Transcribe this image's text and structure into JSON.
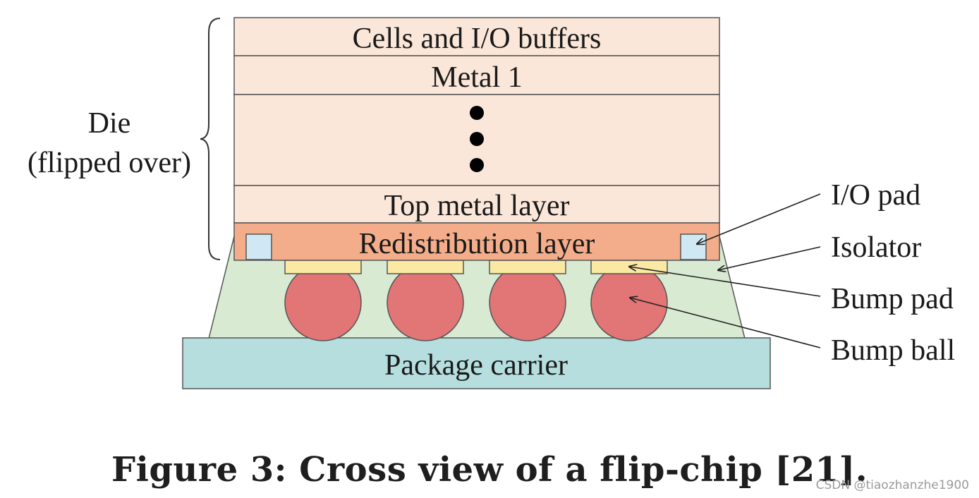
{
  "die_label": {
    "line1": "Die",
    "line2": "(flipped over)"
  },
  "layers": {
    "cells": "Cells and I/O buffers",
    "metal1": "Metal 1",
    "top_metal": "Top metal layer",
    "redistribution": "Redistribution layer",
    "package": "Package carrier"
  },
  "callouts": {
    "io_pad": "I/O pad",
    "isolator": "Isolator",
    "bump_pad": "Bump pad",
    "bump_ball": "Bump ball"
  },
  "caption": "Figure 3: Cross view of a flip-chip [21].",
  "watermark": "CSDN @tiaozhanzhe1900",
  "colors": {
    "die_layer": "#fbe7d9",
    "redistribution": "#f4ad8a",
    "io_pad": "#cfe8f3",
    "isolator": "#d9ead2",
    "bump_pad": "#fbe9a3",
    "bump_ball": "#e27576",
    "package": "#b6dedf",
    "stroke": "#555555"
  }
}
